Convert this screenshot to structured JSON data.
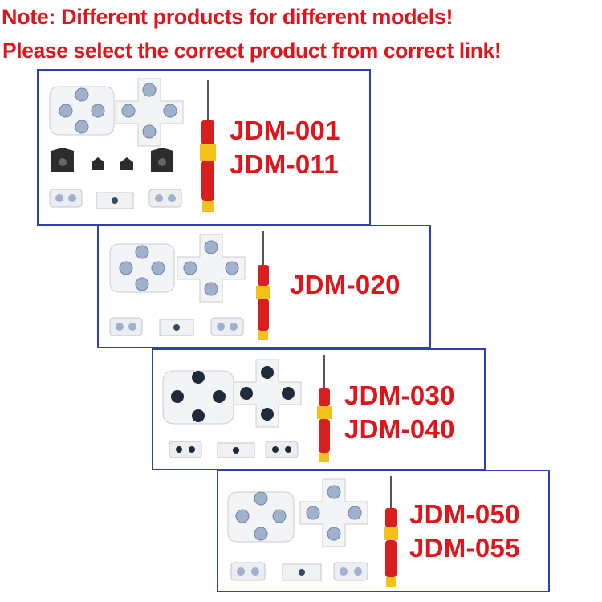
{
  "note": {
    "line1": "Note: Different products for different models!",
    "line2": "Please select the correct product from correct link!"
  },
  "panels": [
    {
      "models": [
        "JDM-001",
        "JDM-011"
      ]
    },
    {
      "models": [
        "JDM-020"
      ]
    },
    {
      "models": [
        "JDM-030",
        "JDM-040"
      ]
    },
    {
      "models": [
        "JDM-050",
        "JDM-055"
      ]
    }
  ],
  "colors": {
    "warning_text": "#e0141b",
    "panel_border": "#2f3fb4",
    "screwdriver_handle": "#d81e1e",
    "screwdriver_grip": "#f2c21a"
  }
}
